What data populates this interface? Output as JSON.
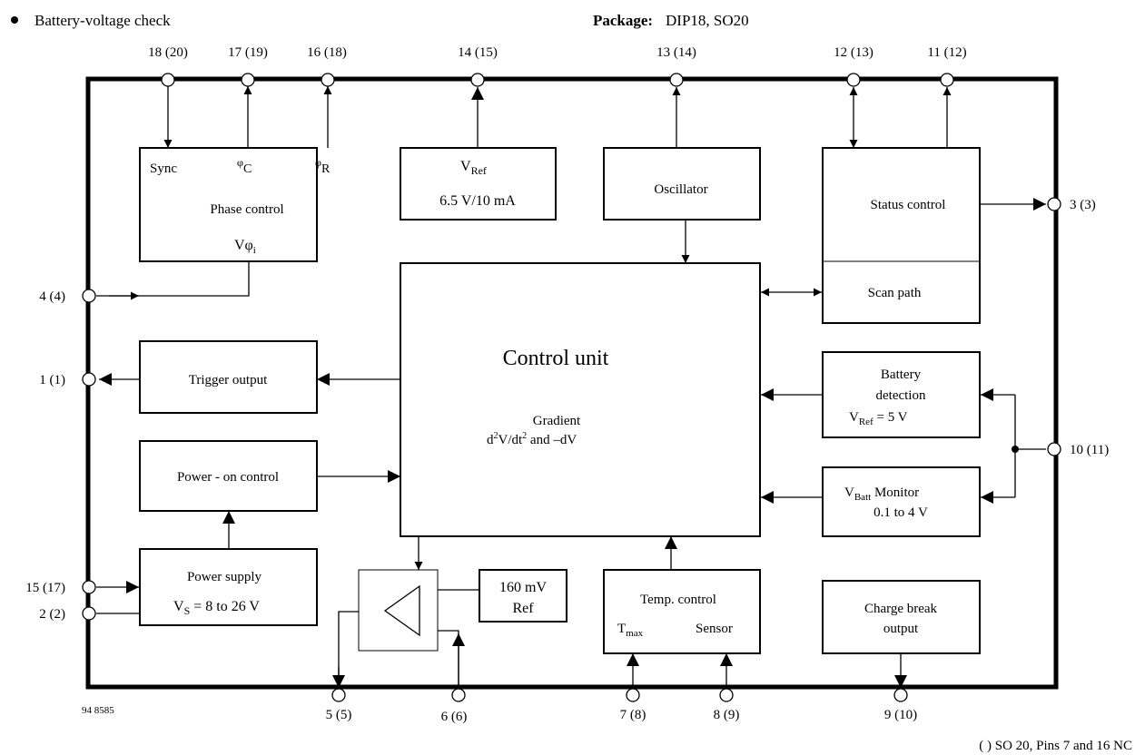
{
  "header": {
    "bullet_text": "Battery-voltage check",
    "package_label": "Package:",
    "package_value": "DIP18, SO20"
  },
  "pins": {
    "p18": "18 (20)",
    "p17": "17 (19)",
    "p16": "16 (18)",
    "p14": "14 (15)",
    "p13": "13 (14)",
    "p12": "12 (13)",
    "p11": "11 (12)",
    "p3": "3 (3)",
    "p4": "4 (4)",
    "p1": "1 (1)",
    "p10": "10 (11)",
    "p15": "15 (17)",
    "p2": "2 (2)",
    "p5": "5 (5)",
    "p6": "6 (6)",
    "p7": "7 (8)",
    "p8": "8 (9)",
    "p9": "9 (10)"
  },
  "blocks": {
    "phase": {
      "sync": "Sync",
      "phi": "φ",
      "phi_c_sub": "C",
      "phi_r_sub": "R",
      "title": "Phase control",
      "v": "Vφ",
      "v_sub": "i"
    },
    "vref": {
      "v": "V",
      "sub": "Ref",
      "value": "6.5 V/10 mA"
    },
    "oscillator": {
      "title": "Oscillator"
    },
    "status": {
      "title": "Status control",
      "scan": "Scan path"
    },
    "control": {
      "title": "Control unit",
      "gradient": "Gradient",
      "d": "d",
      "two": "2",
      "vdt": "V/dt",
      "and": " and –dV"
    },
    "trigger": {
      "title": "Trigger output"
    },
    "battery": {
      "line1": "Battery",
      "line2": "detection",
      "v": "V",
      "sub": "Ref",
      "eq": " = 5 V"
    },
    "poweron": {
      "title": "Power - on control"
    },
    "monitor": {
      "v": "V",
      "sub": "Batt",
      "rest": " Monitor",
      "range": "0.1 to 4 V"
    },
    "supply": {
      "title": "Power supply",
      "v": "V",
      "sub": "S",
      "eq": " = 8 to 26 V"
    },
    "ref160": {
      "line1": "160 mV",
      "line2": "Ref"
    },
    "temp": {
      "title": "Temp. control",
      "t": "T",
      "t_sub": "max",
      "sensor": "Sensor"
    },
    "chargebreak": {
      "line1": "Charge break",
      "line2": "output"
    }
  },
  "footer": {
    "figure_id": "94 8585",
    "note": "( ) SO 20, Pins 7 and 16 NC"
  }
}
